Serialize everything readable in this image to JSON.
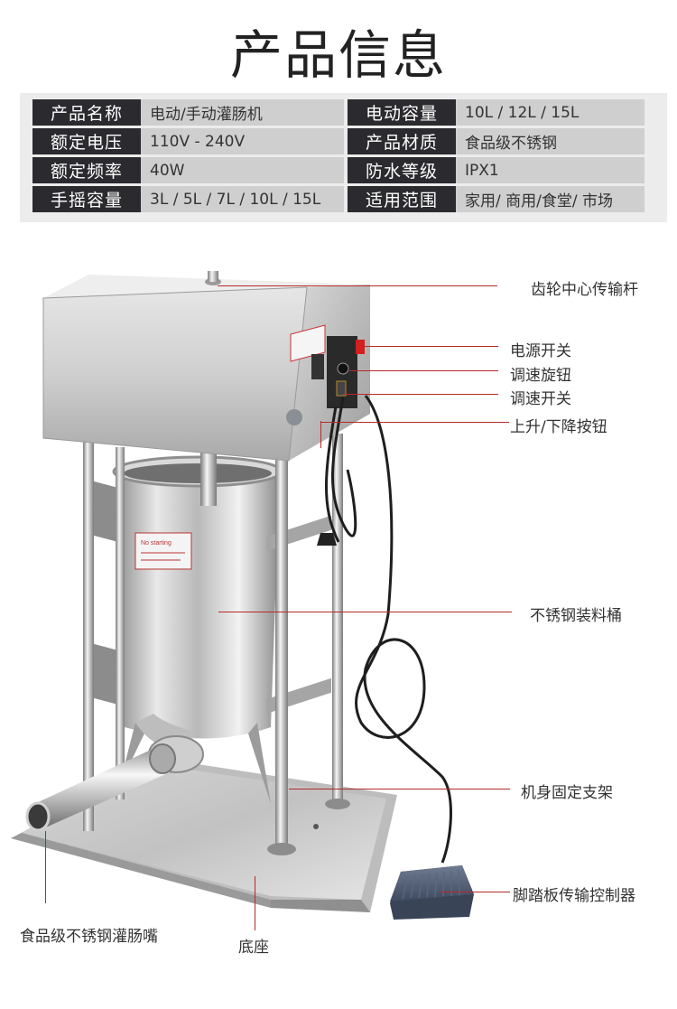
{
  "page": {
    "title": "产品信息"
  },
  "specs": {
    "rows": [
      {
        "left_key": "产品名称",
        "left_val": "电动/手动灌肠机",
        "right_key": "电动容量",
        "right_val": "10L / 12L / 15L"
      },
      {
        "left_key": "额定电压",
        "left_val": "110V - 240V",
        "right_key": "产品材质",
        "right_val": "食品级不锈钢"
      },
      {
        "left_key": "额定频率",
        "left_val": "40W",
        "right_key": "防水等级",
        "right_val": "IPX1"
      },
      {
        "left_key": "手摇容量",
        "left_val": "3L / 5L / 7L / 10L / 15L",
        "right_key": "适用范围",
        "right_val": "家用/ 商用/食堂/ 市场"
      }
    ]
  },
  "diagram": {
    "callouts": {
      "gear_rod": "齿轮中心传输杆",
      "power_switch": "电源开关",
      "speed_knob": "调速旋钮",
      "speed_switch": "调速开关",
      "up_down_button": "上升/下降按钮",
      "hopper": "不锈钢装料桶",
      "frame": "机身固定支架",
      "foot_pedal": "脚踏板传输控制器",
      "nozzle": "食品级不锈钢灌肠嘴",
      "base": "底座"
    },
    "warning_label": "No starting",
    "colors": {
      "leader_line": "#b52a2a",
      "spec_key_bg": "#2b2a2f",
      "spec_val_bg": "#cfcfcf",
      "panel_bg": "#ececec",
      "power_switch": "#d21f1f",
      "pedal": "#4d5a70"
    }
  }
}
